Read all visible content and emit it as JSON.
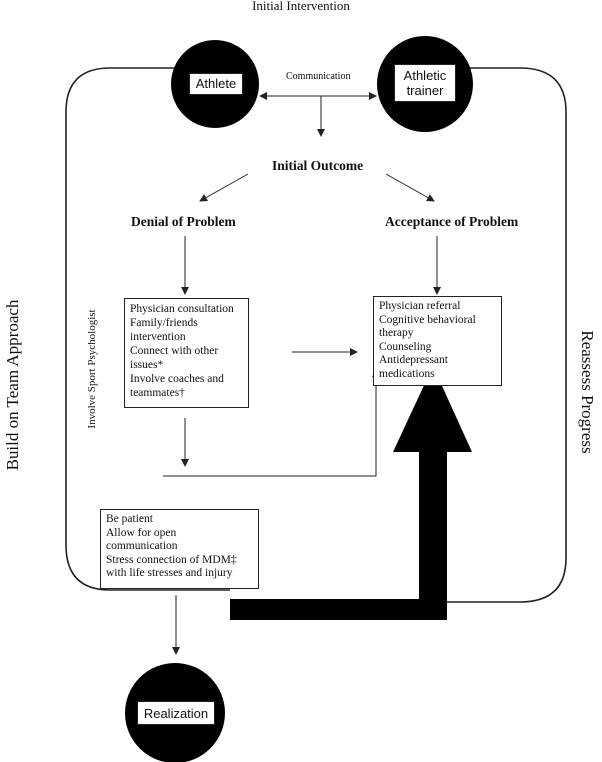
{
  "top_title": "Initial Intervention",
  "left_label": "Build on Team Approach",
  "right_label": "Reassess Progress",
  "inner_left_label": "Involve Sport Psychologist",
  "athlete": "Athlete",
  "athletic_trainer": [
    "Athletic",
    "trainer"
  ],
  "communication": "Communication",
  "initial_outcome": "Initial Outcome",
  "denial": "Denial of Problem",
  "acceptance": "Acceptance of Problem",
  "denial_box": [
    "Physician consultation",
    "Family/friends",
    "intervention",
    "Connect with other",
    "issues*",
    "Involve coaches and",
    "teammates†"
  ],
  "acceptance_box": [
    "Physician referral",
    "Cognitive behavioral",
    "therapy",
    "Counseling",
    "Antidepressant",
    "medications"
  ],
  "realization_box": [
    "Be patient",
    "Allow for open",
    "communication",
    "Stress connection of MDM‡",
    "with life stresses and injury"
  ],
  "realization": "Realization",
  "colors": {
    "fill": "#000000",
    "line": "#222222"
  }
}
